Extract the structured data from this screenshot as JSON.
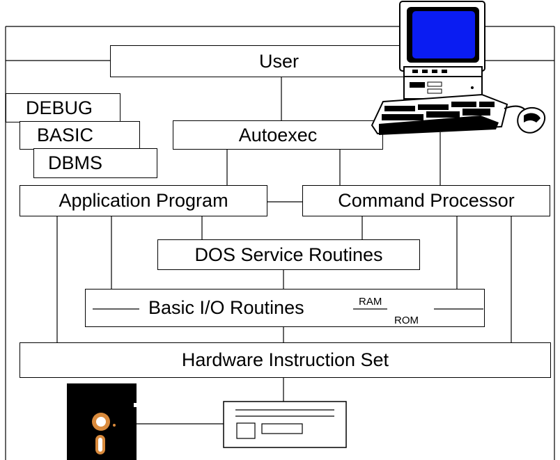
{
  "diagram": {
    "user": "User",
    "debug": "DEBUG",
    "basic": "BASIC",
    "dbms": "DBMS",
    "autoexec": "Autoexec",
    "application_program": "Application Program",
    "command_processor": "Command Processor",
    "dos_service_routines": "DOS Service Routines",
    "basic_io_routines": "Basic I/O Routines",
    "ram": "RAM",
    "rom": "ROM",
    "hardware_instruction_set": "Hardware Instruction Set"
  },
  "colors": {
    "screen": "#0a1cf2",
    "floppy_disk": "#000000",
    "floppy_hub": "#d98a3c",
    "lines": "#000000"
  },
  "icons": [
    "computer-icon",
    "floppy-disk-icon",
    "disk-drive-icon"
  ]
}
